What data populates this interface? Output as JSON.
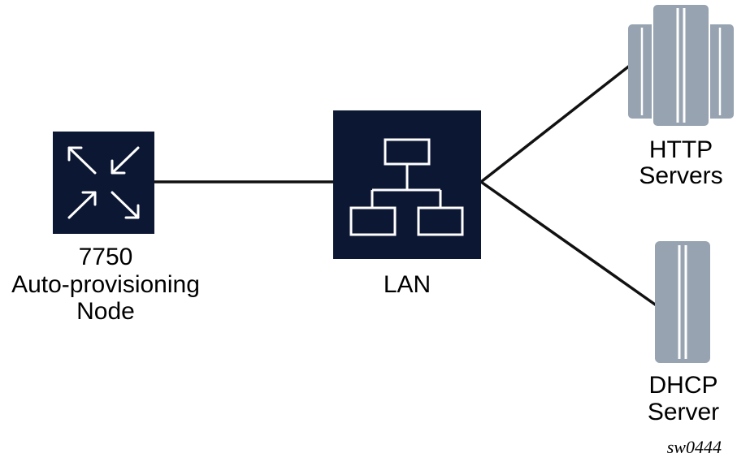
{
  "colors": {
    "box_fill": "#0c1733",
    "icon_stroke": "#ffffff",
    "server_fill": "#97a3b1",
    "server_groove": "#ffffff",
    "line": "#111111",
    "text": "#000000"
  },
  "nodes": {
    "auto_node": {
      "icon": "switch-arrows-icon",
      "label_lines": [
        "7750",
        "Auto-provisioning",
        "Node"
      ]
    },
    "lan": {
      "icon": "network-hierarchy-icon",
      "label": "LAN"
    },
    "http_servers": {
      "icon": "server-rack-icon",
      "label_lines": [
        "HTTP",
        "Servers"
      ]
    },
    "dhcp_server": {
      "icon": "server-icon",
      "label_lines": [
        "DHCP",
        "Server"
      ]
    }
  },
  "connections": [
    {
      "from": "7750 Auto-provisioning Node",
      "to": "LAN"
    },
    {
      "from": "LAN",
      "to": "HTTP Servers"
    },
    {
      "from": "LAN",
      "to": "DHCP Server"
    }
  ],
  "figure_id": "sw0444"
}
